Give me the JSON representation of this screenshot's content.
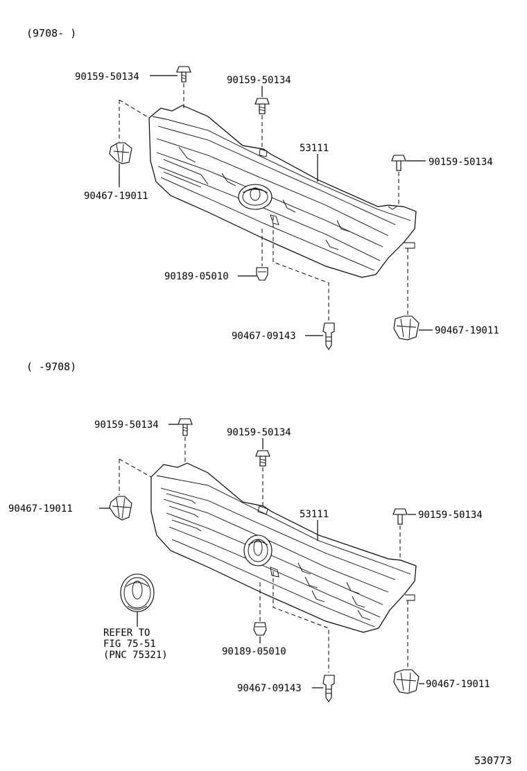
{
  "diagram": {
    "upper": {
      "header": "(9708-     )",
      "labels": {
        "bolt_left": "90159-50134",
        "bolt_center": "90159-50134",
        "bolt_right": "90159-50134",
        "grille": "53111",
        "clip_left": "90467-19011",
        "nut": "90189-05010",
        "rivet": "90467-09143",
        "clip_right": "90467-19011"
      }
    },
    "lower": {
      "header": "(     -9708)",
      "labels": {
        "bolt_left": "90159-50134",
        "bolt_center": "90159-50134",
        "bolt_right": "90159-50134",
        "grille": "53111",
        "clip_left": "90467-19011",
        "nut": "90189-05010",
        "rivet": "90467-09143",
        "clip_right": "90467-19011"
      },
      "note": {
        "line1": "REFER TO",
        "line2": "FIG 75-51",
        "line3": "(PNC 75321)"
      }
    },
    "figure_id": "530773"
  }
}
